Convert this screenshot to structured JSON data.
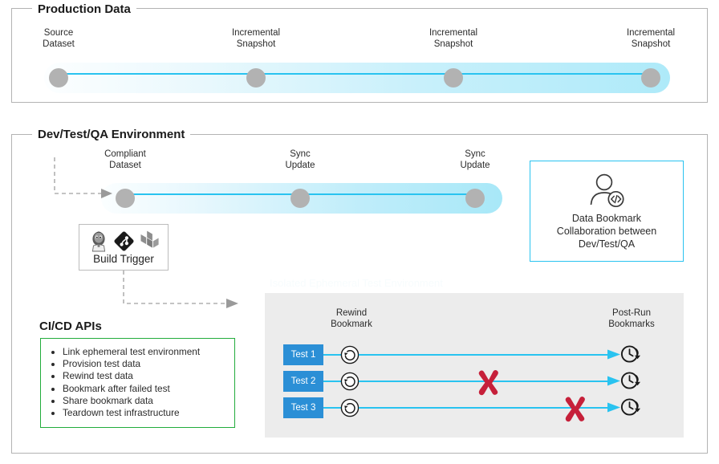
{
  "sections": {
    "production": {
      "label": "Production Data",
      "nodes": [
        {
          "label_line1": "Source",
          "label_line2": "Dataset"
        },
        {
          "label_line1": "Incremental",
          "label_line2": "Snapshot"
        },
        {
          "label_line1": "Incremental",
          "label_line2": "Snapshot"
        },
        {
          "label_line1": "Incremental",
          "label_line2": "Snapshot"
        }
      ]
    },
    "devtestqa": {
      "label": "Dev/Test/QA Environment",
      "nodes": [
        {
          "label_line1": "Compliant",
          "label_line2": "Dataset"
        },
        {
          "label_line1": "Sync",
          "label_line2": "Update"
        },
        {
          "label_line1": "Sync",
          "label_line2": "Update"
        }
      ]
    }
  },
  "build_trigger": {
    "label": "Build Trigger",
    "icons": [
      "jenkins-icon",
      "git-icon",
      "terraform-icon"
    ]
  },
  "collaboration": {
    "icon": "developer-code-icon",
    "line1": "Data Bookmark",
    "line2": "Collaboration between",
    "line3": "Dev/Test/QA"
  },
  "cicd": {
    "title": "CI/CD APIs",
    "items": [
      "Link ephemeral test environment",
      "Provision test data",
      "Rewind test data",
      "Bookmark after failed test",
      "Share bookmark data",
      "Teardown test infrastructure"
    ]
  },
  "test_panel": {
    "watermark": "Isolated Ephemeral Test Environment",
    "left_header_line1": "Rewind",
    "left_header_line2": "Bookmark",
    "right_header_line1": "Post-Run",
    "right_header_line2": "Bookmarks",
    "rows": [
      {
        "label": "Test 1",
        "rewind_icon": "rewind-icon",
        "post_icon": "clock-history-icon",
        "failure_mark": null
      },
      {
        "label": "Test 2",
        "rewind_icon": "rewind-icon",
        "post_icon": "clock-history-icon",
        "failure_mark": "x-mark"
      },
      {
        "label": "Test 3",
        "rewind_icon": "rewind-icon",
        "post_icon": "clock-history-icon",
        "failure_mark": "x-mark"
      }
    ]
  },
  "colors": {
    "accent_cyan": "#29c3f0",
    "test_blue": "#2b8fd6",
    "fail_red": "#c6203a",
    "api_green": "#22ac3c",
    "node_grey": "#b2b2b2"
  }
}
